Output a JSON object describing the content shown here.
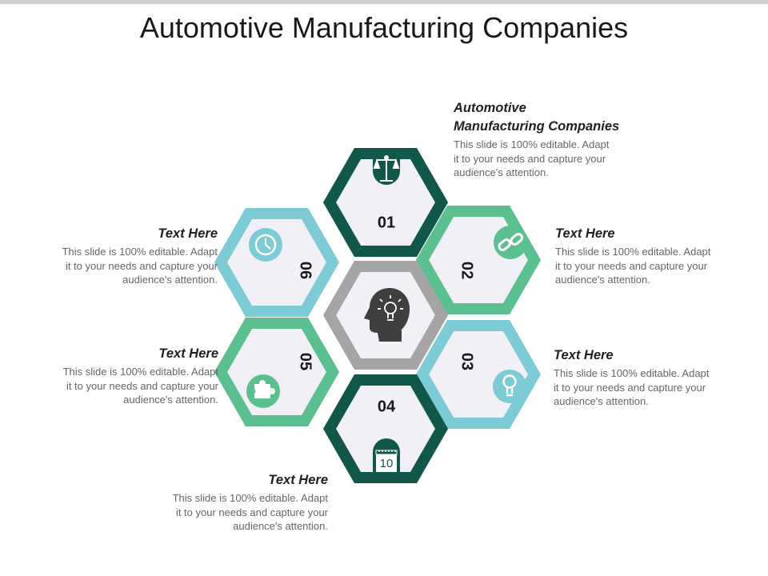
{
  "title": "Automotive Manufacturing Companies",
  "colors": {
    "dark_teal": "#11584b",
    "green": "#5bbf8f",
    "light_blue": "#7ccbd5",
    "gray": "#a5a5a5",
    "fill": "#f1f0f6",
    "icon_dark": "#3f3f3f"
  },
  "hexes": [
    {
      "label": "01",
      "icon": "scales-icon"
    },
    {
      "label": "02",
      "icon": "chain-link-icon"
    },
    {
      "label": "03",
      "icon": "lightbulb-icon"
    },
    {
      "label": "04",
      "icon": "calendar-icon"
    },
    {
      "label": "05",
      "icon": "puzzle-icon"
    },
    {
      "label": "06",
      "icon": "clock-icon"
    }
  ],
  "center_icon": "head-lightbulb-icon",
  "calendar_day": "10",
  "blocks": {
    "b01": {
      "heading_line1": "Automotive",
      "heading_line2": "Manufacturing Companies",
      "lines": [
        "This slide is 100% editable. Adapt",
        "it to your needs and capture your",
        "audience's attention."
      ]
    },
    "b02": {
      "heading": "Text Here",
      "lines": [
        "This slide is 100% editable. Adapt",
        "it to your needs and capture your",
        "audience's attention."
      ]
    },
    "b03": {
      "heading": "Text Here",
      "lines": [
        "This slide is 100% editable. Adapt",
        "it to your needs and capture your",
        "audience's attention."
      ]
    },
    "b04": {
      "heading": "Text Here",
      "lines": [
        "This slide is 100% editable. Adapt",
        "it to your needs and capture your",
        "audience's attention."
      ]
    },
    "b05": {
      "heading": "Text Here",
      "lines": [
        "This slide is 100% editable. Adapt",
        "it to your needs and capture your",
        "audience's attention."
      ]
    },
    "b06": {
      "heading": "Text Here",
      "lines": [
        "This slide is 100% editable. Adapt",
        "it to your needs and capture your",
        "audience's attention."
      ]
    }
  }
}
